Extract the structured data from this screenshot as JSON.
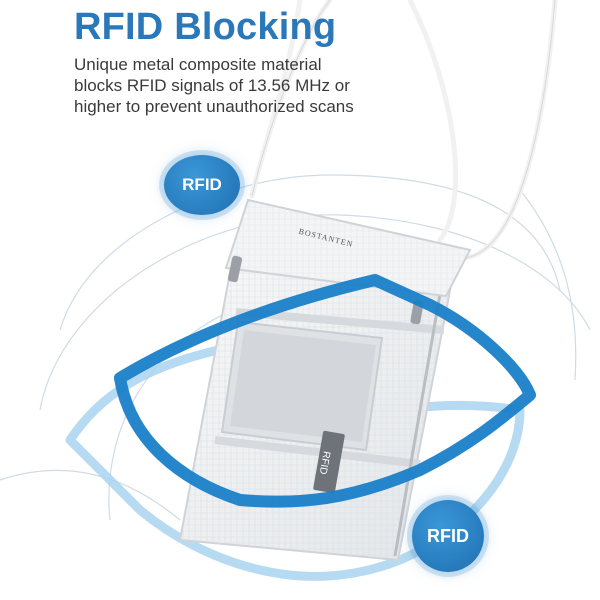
{
  "headline": "RFID Blocking",
  "description": "Unique metal composite material blocks RFID signals of 13.56 MHz or higher to prevent unauthorized scans",
  "badges": {
    "top": "RFID",
    "bottom": "RFID"
  },
  "product": {
    "brand": "BOSTANTEN",
    "tag": "RFID"
  },
  "colors": {
    "accent": "#2a78b9",
    "shield": "#1a7fc8",
    "shield_light": "#a9d3ef",
    "pouch": "#eef0f2"
  }
}
